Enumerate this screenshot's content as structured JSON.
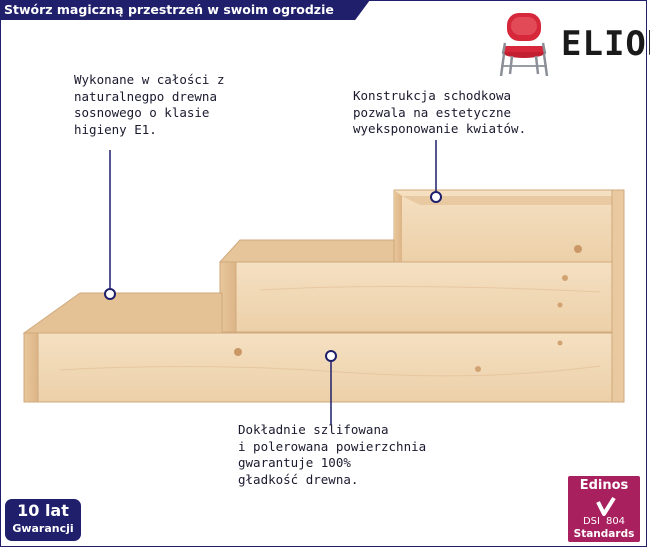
{
  "header": {
    "title": "Stwórz magiczną przestrzeń w swoim ogrodzie"
  },
  "brand": {
    "name": "ELIOR",
    "icon": "red-chair-icon",
    "accent": "#d6283a"
  },
  "callouts": {
    "material": "Wykonane w całości z\nnaturalnegpo drewna\nsosnowego o klasie\nhigieny  E1.",
    "construction": "Konstrukcja schodkowa\npozwala na estetyczne\nwyeksponowanie kwiatów.",
    "finish": "Dokładnie szlifowana\ni polerowana powierzchnia\ngwarantuje 100%\ngładkość drewna."
  },
  "badges": {
    "warranty_value": "10 lat",
    "warranty_label": "Gwarancji",
    "edinos_top": "Edinos",
    "edinos_left": "DSI",
    "edinos_right": "804",
    "edinos_bottom": "Standards"
  },
  "colors": {
    "navy": "#1f1f6b",
    "wood_light": "#f3dcbc",
    "wood_mid": "#e9c9a0",
    "wood_dark": "#d6ad7f",
    "edinos": "#a8205e"
  }
}
